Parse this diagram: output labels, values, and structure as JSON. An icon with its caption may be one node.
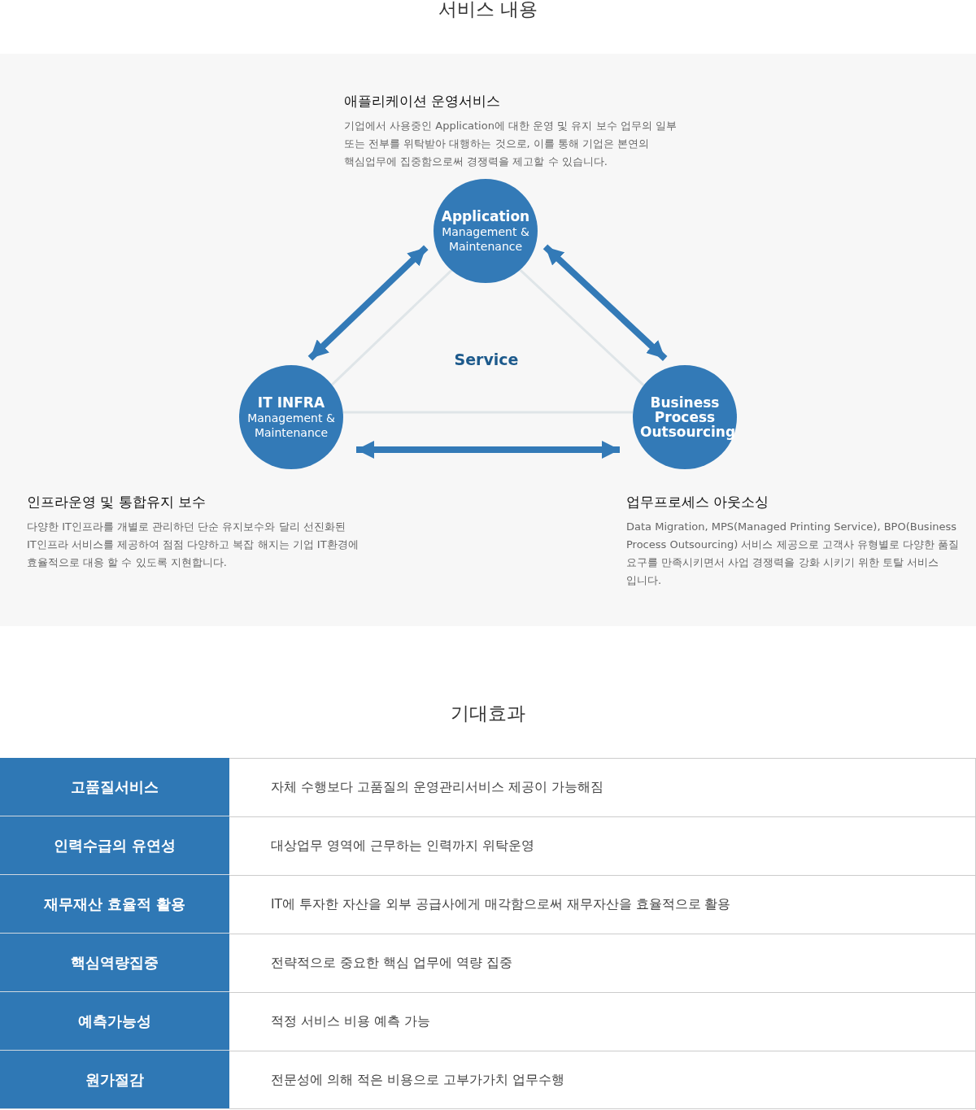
{
  "diagram": {
    "title": "서비스 내용",
    "nodes": [
      {
        "text": [
          "Application",
          "Management & Maintenance"
        ],
        "beside": [
          "애플리케이션 운영서비스",
          "기업에서 사용중인 Application에 대한 운영 및 유지 보수 업무의 일부 또는 전부를 위탁받아 대행하는 것으로, 이를 통해 기업은 본연의 핵심업무에 집중함으로써 경쟁력을 제고할 수 있습니다."
        ]
      },
      {
        "text": [
          "IT INFRA",
          "Management & Maintenance"
        ],
        "beside": [
          "인프라운영 및 통합유지 보수",
          "다양한 IT인프라를 개별로 관리하던 단순 유지보수와 달리 선진화된 IT인프라 서비스를 제공하여 점점 다양하고 복잡 해지는 기업 IT환경에 효율적으로 대응 할 수 있도록 지현합니다."
        ]
      },
      {
        "text": [
          "Business Process Outsourcing"
        ],
        "beside": [
          "업무프로세스 아웃소싱",
          "Data Migration, MPS(Managed Printing Service), BPO(Business Process Outsourcing) 서비스 제공으로 고객사 유형별로 다양한 품질 요구를 만족시키면서 사업 경쟁력을 강화 시키기 위한 토탈 서비스 입니다."
        ]
      }
    ],
    "edges": [
      {
        "from": 0,
        "to": 1,
        "arrow": "none"
      },
      {
        "from": 0,
        "to": 2,
        "arrow": "none"
      },
      {
        "from": 1,
        "to": 2,
        "arrow": "none"
      },
      {
        "from": 0,
        "to": 1,
        "arrow": "both",
        "style": "thick",
        "color": "#337ab7"
      },
      {
        "from": 0,
        "to": 2,
        "arrow": "both",
        "style": "thick",
        "color": "#337ab7"
      },
      {
        "from": 1,
        "to": 2,
        "arrow": "both",
        "style": "thick",
        "color": "#337ab7"
      }
    ],
    "labels": [
      "Service",
      "기대효과",
      "고품질서비스",
      "자체 수행보다 고품질의 운영관리서비스 제공이 가능해짐",
      "인력수급의 유연성",
      "대상업무 영역에 근무하는 인력까지 위탁운영",
      "재무재산 효율적 활용",
      "IT에 투자한 자산을 외부 공급사에게 매각함으로써 재무자산을 효율적으로 활용",
      "핵심역량집중",
      "전략적으로 중요한 핵심 업무에 역량 집중",
      "예측가능성",
      "적정 서비스 비용 예측 가능",
      "원가절감",
      "전문성에 의해 적은 비용으로 고부가가치 업무수행"
    ]
  }
}
